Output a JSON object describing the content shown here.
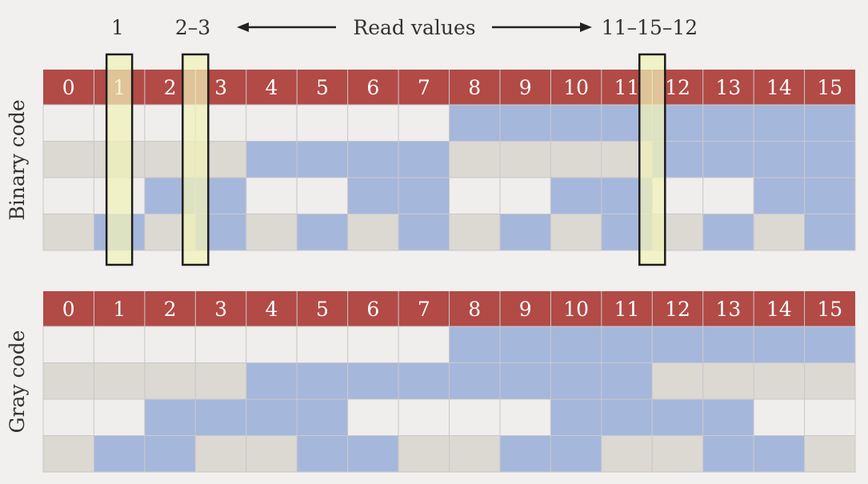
{
  "colors": {
    "header": "#b24a46",
    "blue": "#a6b7dc",
    "light": "#efeeec",
    "gray": "#dcd8d2",
    "grid": "#c9c9c9",
    "highlight": "#f1f2b8",
    "highlight_border": "#1c1c1c",
    "arrow": "#222222"
  },
  "columns": [
    "0",
    "1",
    "2",
    "3",
    "4",
    "5",
    "6",
    "7",
    "8",
    "9",
    "10",
    "11",
    "12",
    "13",
    "14",
    "15"
  ],
  "annotations": {
    "read_1": "1",
    "read_2": "2–3",
    "read_label": "Read values",
    "read_3": "11–15–12"
  },
  "tables": [
    {
      "id": "binary",
      "label": "Binary code",
      "rows": [
        [
          0,
          0,
          0,
          0,
          0,
          0,
          0,
          0,
          1,
          1,
          1,
          1,
          1,
          1,
          1,
          1
        ],
        [
          0,
          0,
          0,
          0,
          1,
          1,
          1,
          1,
          0,
          0,
          0,
          0,
          1,
          1,
          1,
          1
        ],
        [
          0,
          0,
          1,
          1,
          0,
          0,
          1,
          1,
          0,
          0,
          1,
          1,
          0,
          0,
          1,
          1
        ],
        [
          0,
          1,
          0,
          1,
          0,
          1,
          0,
          1,
          0,
          1,
          0,
          1,
          0,
          1,
          0,
          1
        ]
      ]
    },
    {
      "id": "gray",
      "label": "Gray code",
      "rows": [
        [
          0,
          0,
          0,
          0,
          0,
          0,
          0,
          0,
          1,
          1,
          1,
          1,
          1,
          1,
          1,
          1
        ],
        [
          0,
          0,
          0,
          0,
          1,
          1,
          1,
          1,
          1,
          1,
          1,
          1,
          0,
          0,
          0,
          0
        ],
        [
          0,
          0,
          1,
          1,
          1,
          1,
          0,
          0,
          0,
          0,
          1,
          1,
          1,
          1,
          0,
          0
        ],
        [
          0,
          1,
          1,
          0,
          0,
          1,
          1,
          0,
          0,
          1,
          1,
          0,
          0,
          1,
          1,
          0
        ]
      ]
    }
  ],
  "read_columns": [
    1,
    2.5,
    11.5
  ]
}
